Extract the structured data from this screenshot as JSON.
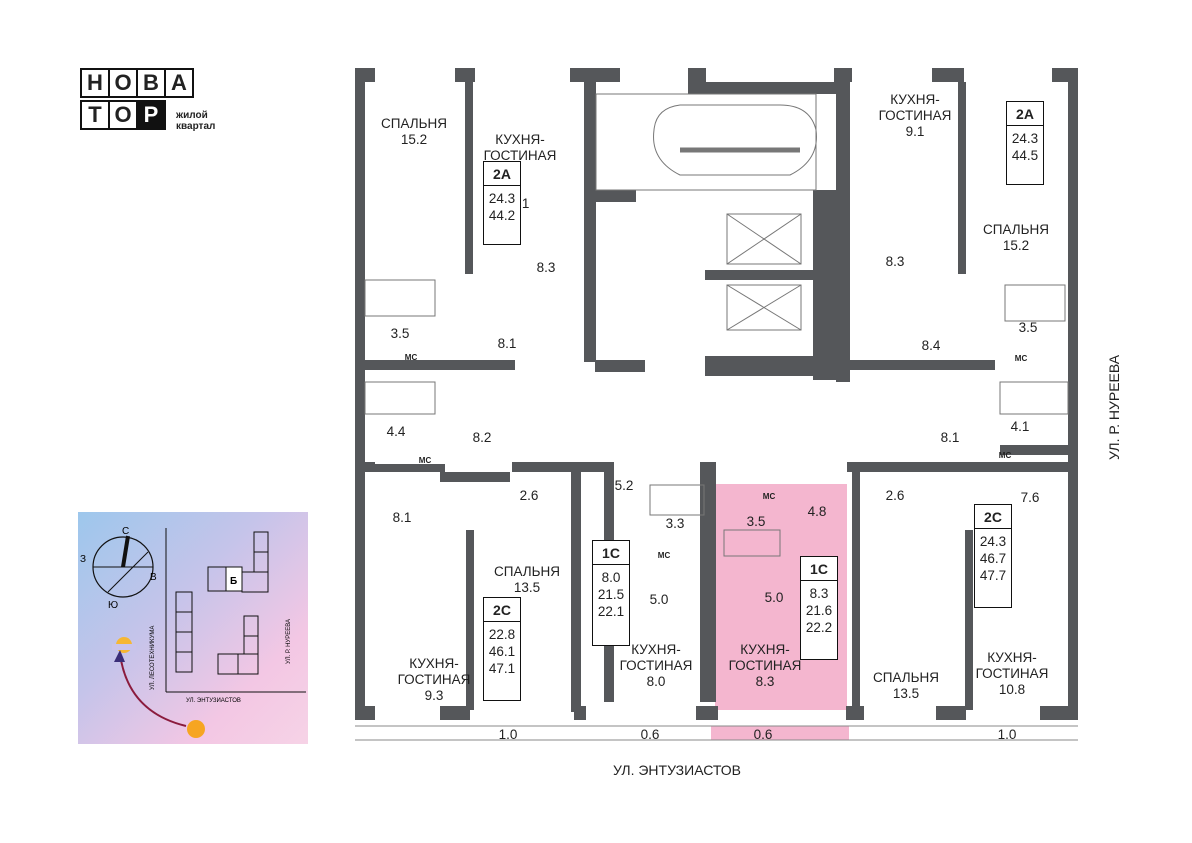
{
  "logo": {
    "row1": [
      "Н",
      "О",
      "В",
      "А"
    ],
    "row2": [
      "Т",
      "О",
      "Р"
    ],
    "subtitle_line1": "жилой",
    "subtitle_line2": "квартал"
  },
  "streets": {
    "bottom": "УЛ. ЭНТУЗИАСТОВ",
    "right": "УЛ. Р. НУРЕЕВА"
  },
  "colors": {
    "wall": "#55575a",
    "highlight": "#f4b6cf",
    "highlight_border": "#e98db2"
  },
  "rooms": [
    {
      "name": "СПАЛЬНЯ",
      "area": "15.2"
    },
    {
      "name": "КУХНЯ-\nГОСТИНАЯ",
      "area": "9.1"
    },
    {
      "name": "КУХНЯ-\nГОСТИНАЯ",
      "area": "9.1"
    },
    {
      "name": "СПАЛЬНЯ",
      "area": "15.2"
    },
    {
      "name": "СПАЛЬНЯ",
      "area": "13.5"
    },
    {
      "name": "КУХНЯ-\nГОСТИНАЯ",
      "area": "9.3"
    },
    {
      "name": "КУХНЯ-\nГОСТИНАЯ",
      "area": "8.0"
    },
    {
      "name": "КУХНЯ-\nГОСТИНАЯ",
      "area": "8.3"
    },
    {
      "name": "СПАЛЬНЯ",
      "area": "13.5"
    },
    {
      "name": "КУХНЯ-\nГОСТИНАЯ",
      "area": "10.8"
    }
  ],
  "areas": [
    "8.3",
    "3.5",
    "8.1",
    "8.3",
    "3.5",
    "8.4",
    "4.4",
    "8.2",
    "8.1",
    "4.1",
    "8.1",
    "2.6",
    "5.2",
    "3.3",
    "3.5",
    "4.8",
    "2.6",
    "7.6",
    "5.0",
    "5.0",
    "1.0",
    "0.6",
    "0.6",
    "1.0"
  ],
  "wc_label": "МС",
  "apartments": [
    {
      "type": "2А",
      "values": [
        "24.3",
        "44.2"
      ]
    },
    {
      "type": "2А",
      "values": [
        "24.3",
        "44.5"
      ]
    },
    {
      "type": "2С",
      "values": [
        "22.8",
        "46.1",
        "47.1"
      ]
    },
    {
      "type": "1С",
      "values": [
        "8.0",
        "21.5",
        "22.1"
      ]
    },
    {
      "type": "1С",
      "values": [
        "8.3",
        "21.6",
        "22.2"
      ]
    },
    {
      "type": "2С",
      "values": [
        "24.3",
        "46.7",
        "47.7"
      ]
    }
  ],
  "compass_labels": {
    "north": "С",
    "south": "Ю",
    "west": "З",
    "east": "В",
    "street_left": "УЛ. ЛЕСОТЕХНИКУМА",
    "street_right": "УЛ. Р. НУРЕЕВА",
    "street_bottom": "УЛ. ЭНТУЗИАСТОВ",
    "building": "Б"
  }
}
